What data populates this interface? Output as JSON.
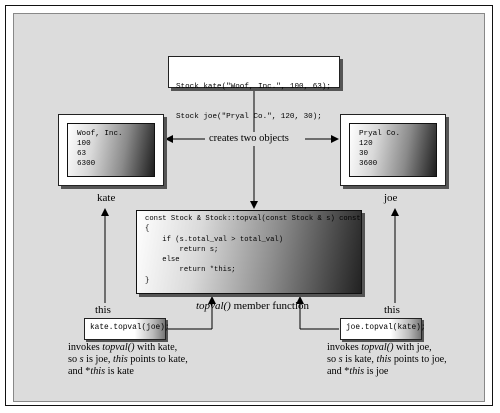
{
  "constructor_code": {
    "line1": "Stock kate(\"Woof, Inc.\", 100, 63);",
    "line2": "Stock joe(\"Pryal Co.\", 120, 30);"
  },
  "creates_label": "creates two objects",
  "kate": {
    "name_label": "kate",
    "fields": [
      "Woof, Inc.",
      "100",
      "63",
      "6300"
    ],
    "this_label": "this",
    "call": "kate.topval(joe);",
    "note": {
      "l1_pre": "invokes ",
      "l1_it": "topval()",
      "l1_post": " with kate,",
      "l2_pre": "so ",
      "l2_it1": "s",
      "l2_mid": " is joe, ",
      "l2_it2": "this",
      "l2_post": " points to kate,",
      "l3_pre": "and *",
      "l3_it": "this",
      "l3_post": " is kate"
    }
  },
  "joe": {
    "name_label": "joe",
    "fields": [
      "Pryal Co.",
      "120",
      "30",
      "3600"
    ],
    "this_label": "this",
    "call": "joe.topval(kate);",
    "note": {
      "l1_pre": "invokes ",
      "l1_it": "topval()",
      "l1_post": " with joe,",
      "l2_pre": "so ",
      "l2_it1": "s",
      "l2_mid": " is kate, ",
      "l2_it2": "this",
      "l2_post": " points to joe,",
      "l3_pre": "and *",
      "l3_it": "this",
      "l3_post": " is joe"
    }
  },
  "member_function": {
    "code": [
      "const Stock & Stock::topval(const Stock & s) const",
      "{",
      "    if (s.total_val > total_val)",
      "        return s;",
      "    else",
      "        return *this;",
      "}"
    ],
    "label_it": "topval()",
    "label_rest": " member function"
  }
}
